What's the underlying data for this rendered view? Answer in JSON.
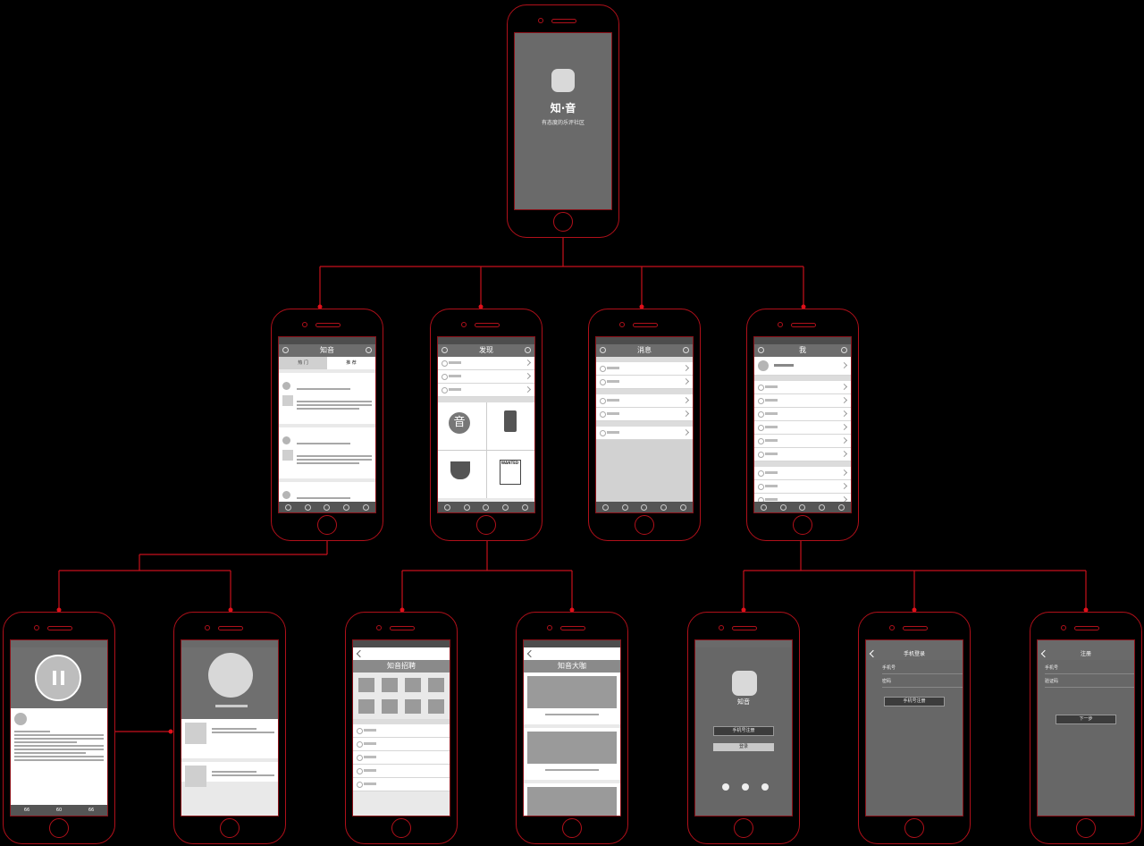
{
  "splash": {
    "app_name": "知·音",
    "slogan": "有态度的乐评社区"
  },
  "home": {
    "title": "知音",
    "tab_hot": "热 门",
    "tab_recommend": "推 荐"
  },
  "discover": {
    "title": "发现",
    "items": [
      "",
      "",
      ""
    ],
    "grid": [
      "",
      "",
      "",
      ""
    ],
    "icon_glyph": "音",
    "wanted": "WANTED"
  },
  "message": {
    "title": "消息"
  },
  "me": {
    "title": "我"
  },
  "hire": {
    "title": "知音招聘"
  },
  "masters": {
    "title": "知音大咖"
  },
  "login": {
    "app_name": "知音",
    "phone_login_btn": "手机号注册",
    "login_btn": "登录"
  },
  "phone_login": {
    "title": "手机登录",
    "field_phone": "手机号",
    "field_pwd": "密码",
    "submit": "手机号注册"
  },
  "register": {
    "title": "注册",
    "field_phone": "手机号",
    "field_code": "验证码",
    "submit": "下一步"
  },
  "player": {
    "stats": [
      "66",
      "60",
      "66"
    ]
  },
  "colors": {
    "wire": "#e0101a",
    "frame": "#b0101a",
    "screen_bg": "#e9e9e9",
    "nav": "#6d6d6d"
  }
}
